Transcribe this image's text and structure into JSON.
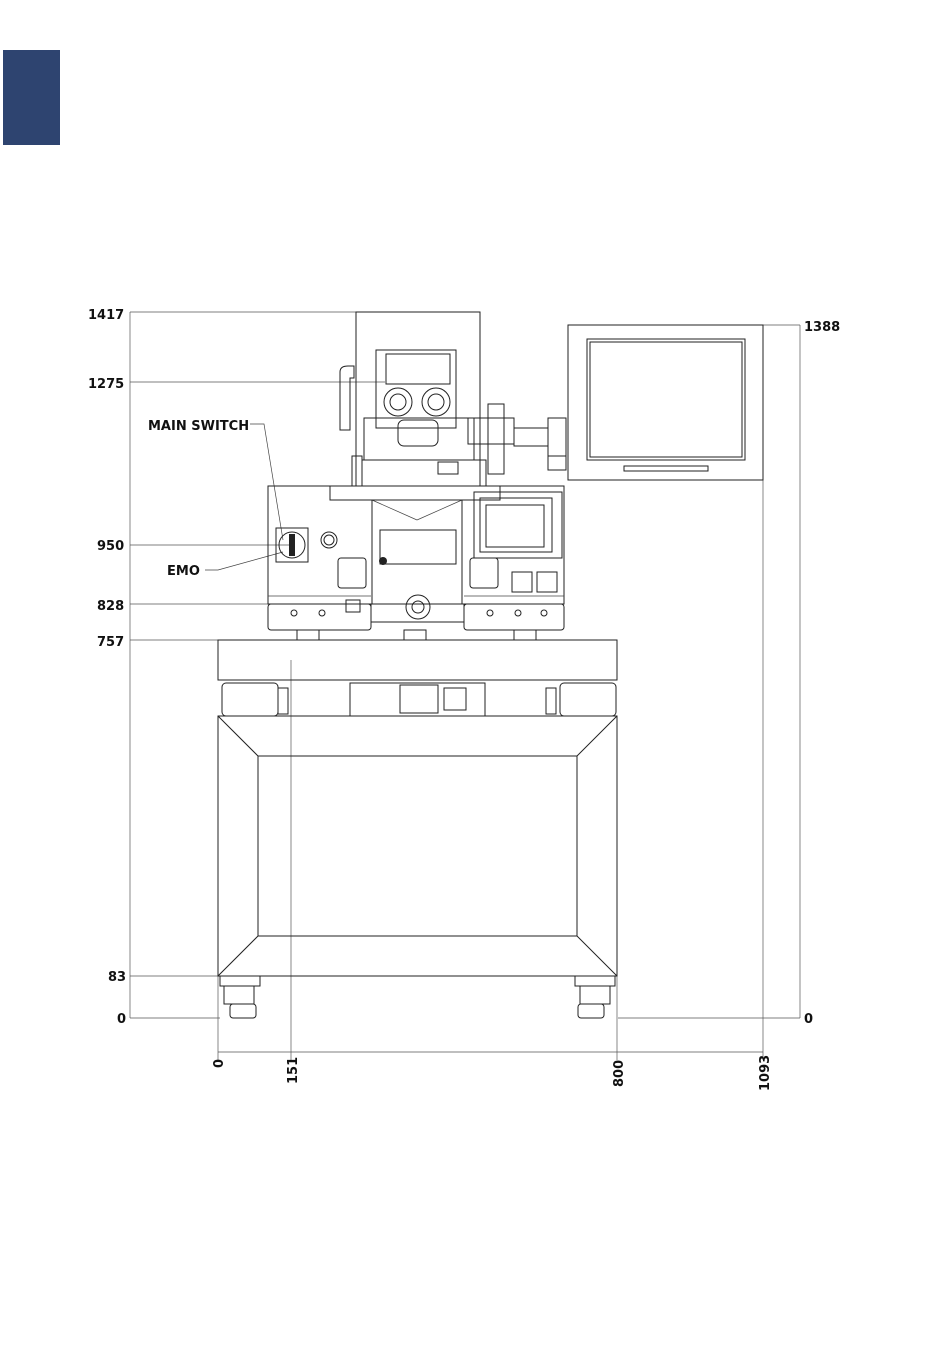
{
  "header": {
    "accent_color": "#2e4470"
  },
  "dimensions": {
    "height": [
      "1417",
      "1275",
      "950",
      "828",
      "757",
      "83",
      "0"
    ],
    "monitor_height": [
      "1388",
      "0"
    ],
    "width": [
      "0",
      "151",
      "800",
      "1093"
    ]
  },
  "callouts": {
    "main_switch": "MAIN SWITCH",
    "emo": "EMO"
  }
}
